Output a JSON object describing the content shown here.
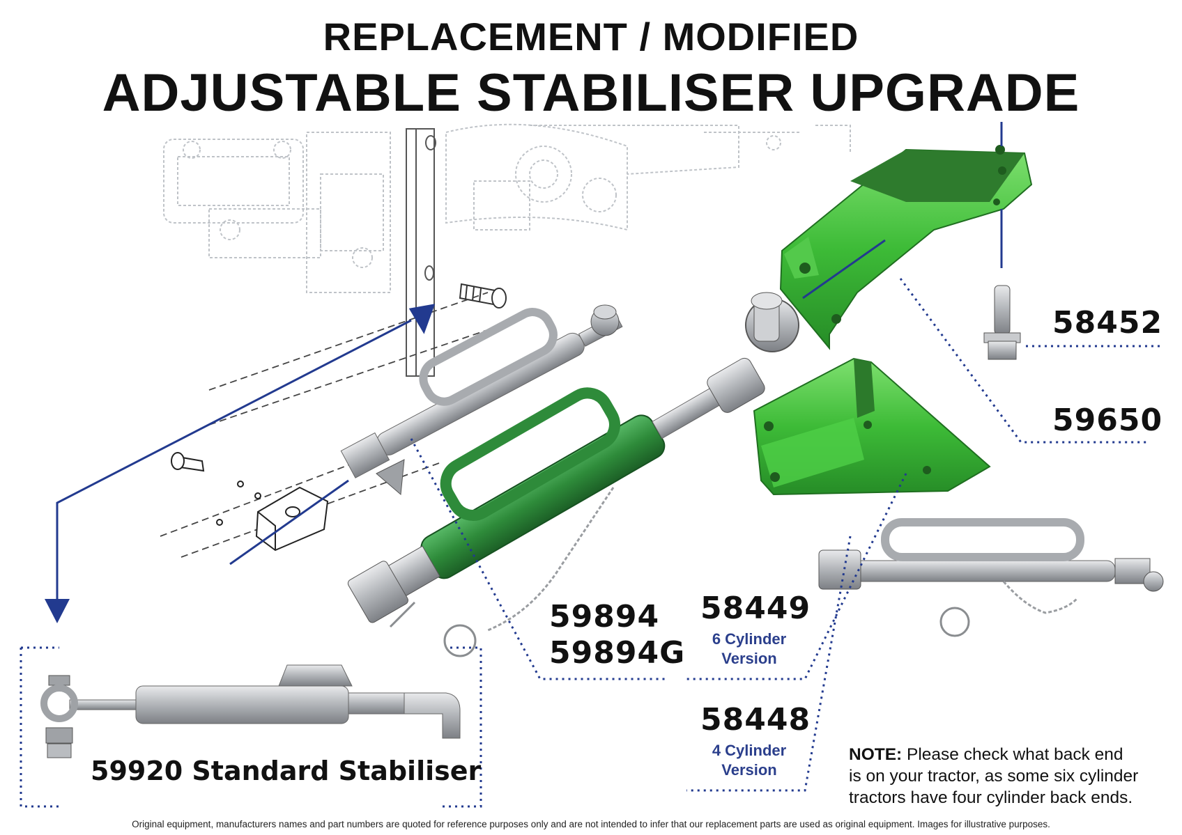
{
  "title": {
    "line1": "REPLACEMENT / MODIFIED",
    "line2": "ADJUSTABLE STABILISER UPGRADE"
  },
  "parts": {
    "p58452": "58452",
    "p59650": "59650",
    "p59894": "59894",
    "p59894g": "59894G",
    "p58449": "58449",
    "p58449_ver_line1": "6 Cylinder",
    "p58449_ver_line2": "Version",
    "p58448": "58448",
    "p58448_ver_line1": "4 Cylinder",
    "p58448_ver_line2": "Version",
    "standard": "59920 Standard Stabiliser"
  },
  "note": {
    "label": "NOTE:",
    "text_line1": " Please check what back end",
    "text_line2": "is on your tractor, as some six cylinder",
    "text_line3": "tractors have four cylinder back ends."
  },
  "footer": "Original equipment, manufacturers names and part numbers are quoted for reference purposes only and are not intended to infer that our replacement parts are used as original equipment. Images for illustrative purposes.",
  "colors": {
    "accent_blue": "#223a8f",
    "part_green": "#3db83a",
    "rod_green": "#2e8b3a",
    "steel": "#b9bcc0"
  }
}
